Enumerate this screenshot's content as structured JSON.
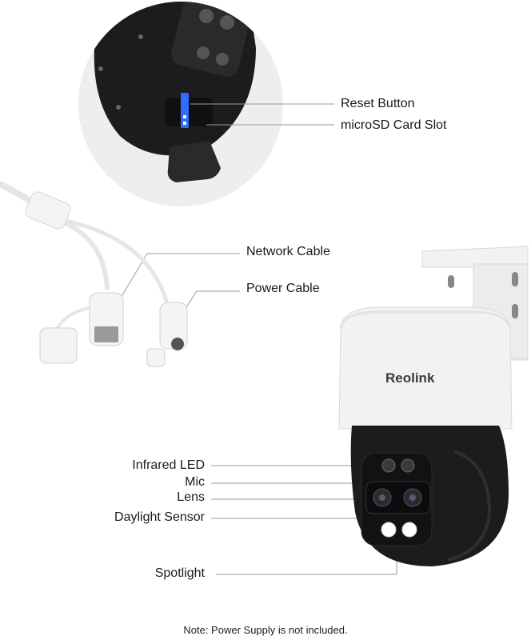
{
  "callouts": {
    "reset_button": "Reset Button",
    "microsd_slot": "microSD Card Slot",
    "network_cable": "Network Cable",
    "power_cable": "Power Cable",
    "infrared_led": "Infrared LED",
    "mic": "Mic",
    "lens": "Lens",
    "daylight_sensor": "Daylight Sensor",
    "spotlight": "Spotlight"
  },
  "camera": {
    "brand_text": "Reolink"
  },
  "footnote": "Note: Power Supply is not included.",
  "colors": {
    "camera_white": "#f2f2f2",
    "camera_black": "#1c1c1e",
    "leader_line": "#9a9a9a",
    "sd_card_blue": "#2f6cff",
    "zoom_circle_bg": "#eeeeee"
  }
}
